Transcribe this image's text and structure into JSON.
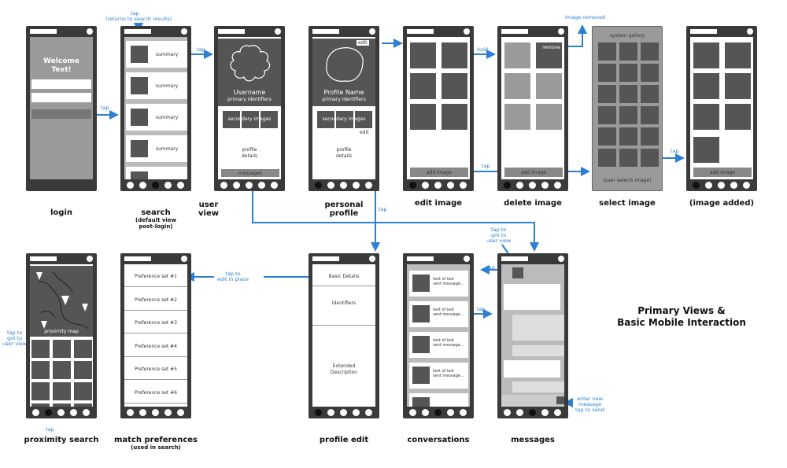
{
  "title": {
    "line1": "Primary Views &",
    "line2": "Basic Mobile Interaction"
  },
  "login": {
    "label": "login",
    "welcome_line1": "Welcome",
    "welcome_line2": "Text!"
  },
  "search": {
    "label": "search",
    "sub1": "(default view",
    "sub2": "post-login)",
    "items": [
      "summary",
      "summary",
      "summary",
      "summary"
    ]
  },
  "user_view": {
    "label_line1": "user",
    "label_line2": "view",
    "username": "Username",
    "identifiers": "primary identifiers",
    "secondary": "secondary images",
    "details_line1": "profile",
    "details_line2": "details",
    "messages": "messages"
  },
  "personal_profile": {
    "label_line1": "personal",
    "label_line2": "profile",
    "name": "Profile Name",
    "identifiers": "primary identifiers",
    "secondary": "secondary images",
    "details_line1": "profile",
    "details_line2": "details",
    "edit": "edit"
  },
  "edit_image": {
    "label": "edit image",
    "add": "add image"
  },
  "delete_image": {
    "label": "delete image",
    "remove": "remove",
    "add": "add image"
  },
  "select_image": {
    "label": "select image",
    "gallery": "system gallery",
    "selects": "(user selects image)"
  },
  "image_added": {
    "label": "(image added)",
    "add": "add image"
  },
  "proximity": {
    "label": "proximity search",
    "map": "proximity map"
  },
  "match_prefs": {
    "label": "match preferences",
    "sub": "(used in search)",
    "items": [
      "Preference set #1",
      "Preference set #2",
      "Preference set #3",
      "Preference set #4",
      "Preference set #5",
      "Preference set #6"
    ]
  },
  "profile_edit": {
    "label": "profile edit",
    "basic": "Basic Details",
    "identifiers": "Identifiers",
    "extended_line1": "Extended",
    "extended_line2": "Description"
  },
  "conversations": {
    "label": "conversations",
    "snippet_line1": "text of last",
    "snippet_line2": "sent message..."
  },
  "messages": {
    "label": "messages"
  },
  "annotations": {
    "tap": "tap",
    "returns": "(returns to search results)",
    "hold": "hold",
    "image_removed": "image removed",
    "edit_in_place_line1": "tap to",
    "edit_in_place_line2": "edit in place",
    "goto_line1": "tap to",
    "goto_line2": "got to",
    "goto_line3": "user view",
    "enter_line1": "enter new",
    "enter_line2": "message",
    "enter_line3": "tap to send"
  },
  "colors": {
    "arrow": "#2b7fd4",
    "phone": "#3a3a3a",
    "dark_block": "#505050",
    "mid_block": "#9a9a9a"
  }
}
